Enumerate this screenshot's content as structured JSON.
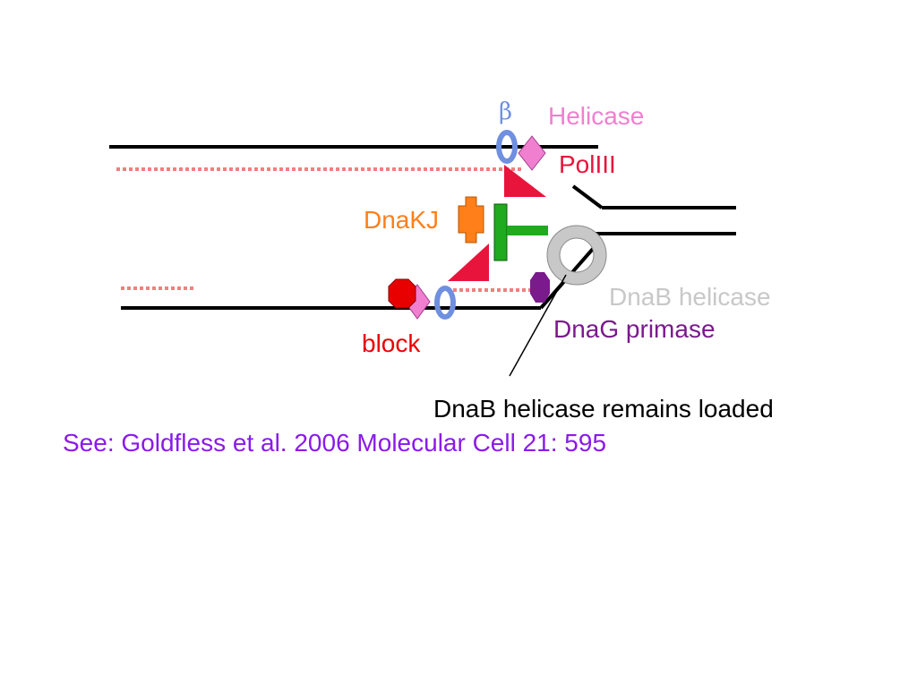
{
  "labels": {
    "beta": "β",
    "helicase": "Helicase",
    "poliii": "PolIII",
    "dnakj": "DnaKJ",
    "dnab_helicase": "DnaB helicase",
    "dnag_primase": "DnaG primase",
    "block": "block",
    "annotation": "DnaB helicase remains loaded",
    "citation": "See: Goldfless et al. 2006 Molecular Cell 21: 595"
  },
  "colors": {
    "dna_strand": "#000000",
    "rna_primer": "#f07f7f",
    "beta_clamp": "#6f8fe0",
    "helicase": "#f07fd0",
    "poliii": "#e8143c",
    "dnakj": "#ff7f1a",
    "green_protein": "#1faa1f",
    "dnab_helicase": "#c8c8c8",
    "dnag_primase": "#7a1a8c",
    "block": "#e80000",
    "citation": "#8b1ae8"
  }
}
